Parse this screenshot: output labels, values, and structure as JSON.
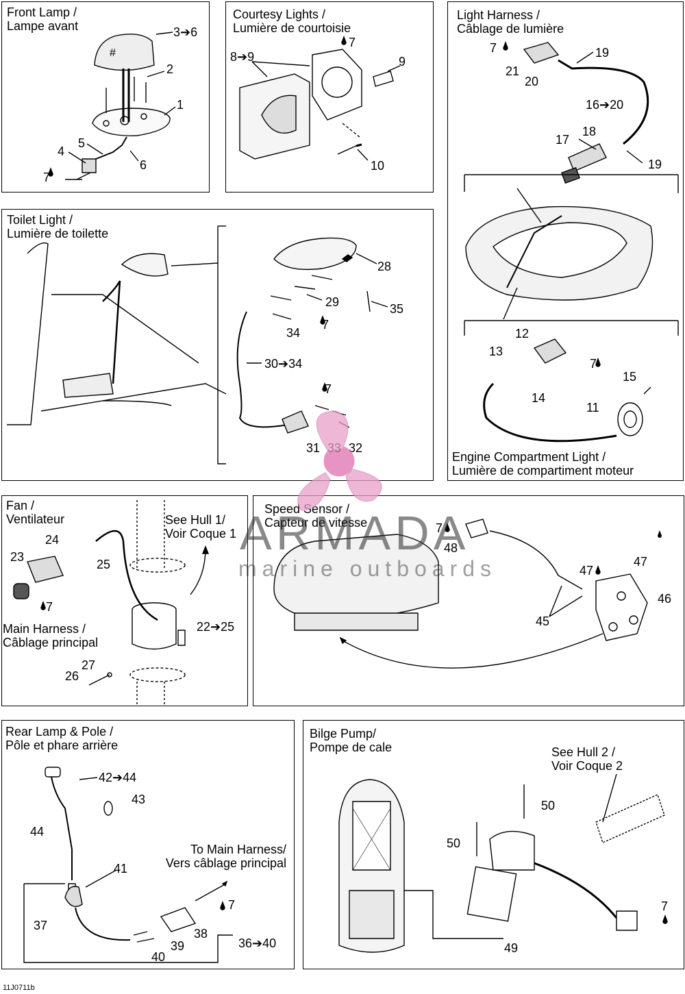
{
  "panels": {
    "front_lamp": {
      "title": "Front Lamp /\nLampe avant",
      "labels": [
        "3➔6",
        "2",
        "1",
        "4",
        "5",
        "6",
        "7"
      ]
    },
    "courtesy": {
      "title": "Courtesy Lights /\nLumière de courtoisie",
      "labels": [
        "7",
        "8➔9",
        "9",
        "10"
      ]
    },
    "light_harness": {
      "title": "Light Harness /\nCâblage de lumière",
      "labels": [
        "7",
        "19",
        "21",
        "20",
        "16➔20",
        "18",
        "17",
        "19"
      ]
    },
    "engine_light": {
      "title": "Engine Compartment Light /\nLumière de compartiment moteur",
      "labels": [
        "12",
        "13",
        "7",
        "15",
        "14",
        "11"
      ]
    },
    "toilet": {
      "title": "Toilet Light /\nLumière de toilette",
      "labels": [
        "28",
        "29",
        "35",
        "7",
        "34",
        "30➔34",
        "7",
        "31",
        "33",
        "32"
      ]
    },
    "fan": {
      "title": "Fan /\nVentilateur",
      "see_hull": "See Hull 1/\nVoir Coque 1",
      "main_harness": "Main Harness /\nCâblage principal",
      "labels": [
        "24",
        "23",
        "25",
        "7",
        "22➔25",
        "27",
        "26"
      ]
    },
    "speed": {
      "title": "Speed Sensor /\nCapteur de vitesse",
      "labels": [
        "7",
        "48",
        "47",
        "47",
        "46",
        "45"
      ]
    },
    "rear_lamp": {
      "title": "Rear Lamp & Pole /\nPôle et phare arrière",
      "to_main": "To Main Harness/\nVers câblage principal",
      "labels": [
        "42➔44",
        "43",
        "44",
        "41",
        "7",
        "37",
        "38",
        "39",
        "40",
        "36➔40"
      ]
    },
    "bilge": {
      "title": "Bilge Pump/\nPompe de cale",
      "see_hull": "See Hull 2 /\nVoir Coque 2",
      "labels": [
        "50",
        "50",
        "7",
        "49"
      ]
    }
  },
  "watermark": {
    "brand": "ARMADA",
    "sub": "marine outboards",
    "color": "#e8a0c8"
  },
  "footer": "11J0711b"
}
